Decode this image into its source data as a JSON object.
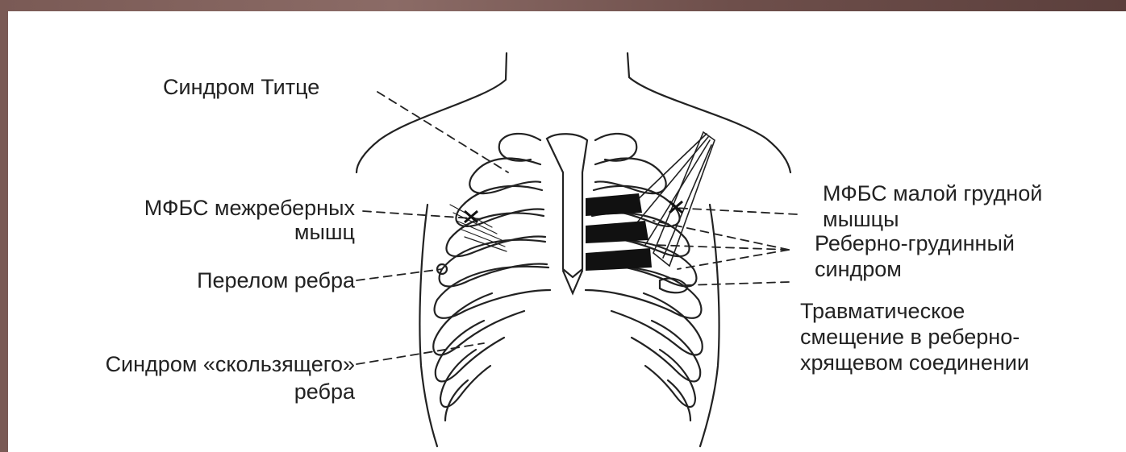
{
  "labels": {
    "tietze": "Синдром Титце",
    "intercostal_line1": "МФБС межреберных",
    "intercostal_line2": "мышц",
    "rib_fracture": "Перелом ребра",
    "slipping_rib_line1": "Синдром «скользящего»",
    "slipping_rib_line2": "ребра",
    "pectoralis_minor_line1": "МФБС малой грудной",
    "pectoralis_minor_line2": "мышцы",
    "costosternal_line1": "Реберно-грудинный",
    "costosternal_line2": "синдром",
    "traumatic_line1": "Травматическое",
    "traumatic_line2": "смещение в реберно-",
    "traumatic_line3": "хрящевом соединении"
  },
  "colors": {
    "background_frame": "#7a5a55",
    "panel": "#ffffff",
    "ink": "#222222"
  }
}
